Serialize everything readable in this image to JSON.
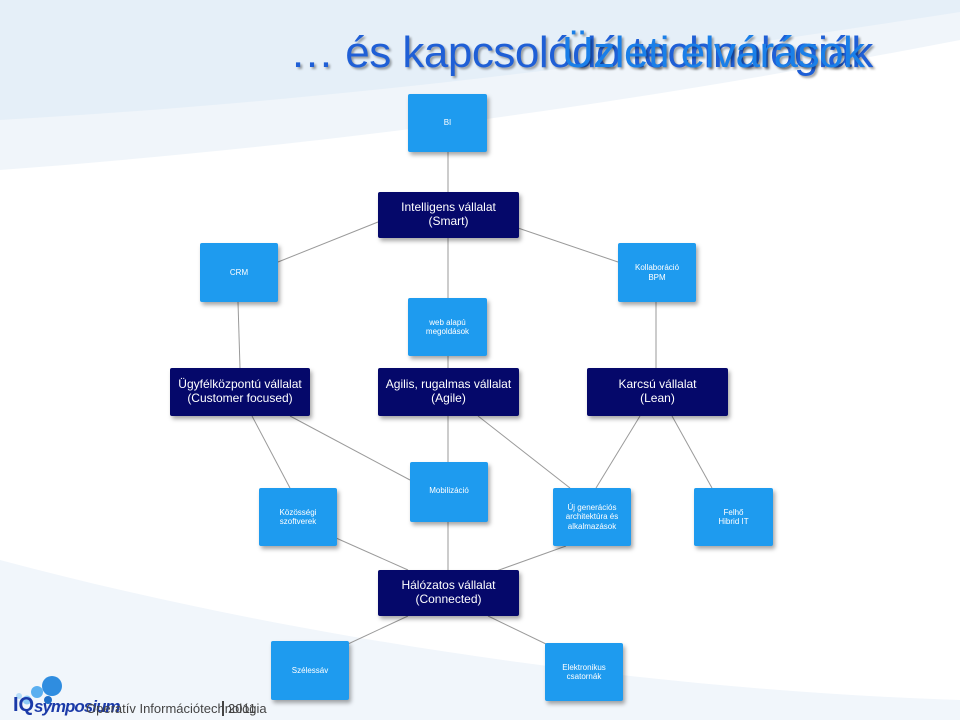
{
  "title": {
    "overlay_a": "… és kapcsolódó technológiák",
    "overlay_b": "Üzleti elvárások"
  },
  "nodes": {
    "bi": "BI",
    "smart": "Intelligens vállalat\n(Smart)",
    "crm": "CRM",
    "kollaboracio": "Kollaboráció\nBPM",
    "web": "web alapú\nmegoldások",
    "customer": "Ügyfélközpontú vállalat\n(Customer focused)",
    "agile": "Agilis, rugalmas vállalat\n(Agile)",
    "lean": "Karcsú vállalat\n(Lean)",
    "mobilizacio": "Mobilizáció",
    "kozossegi": "Közösségi\nszoftverek",
    "architektura": "Új generációs\narchitektúra és\nalkalmazások",
    "felho": "Felhő\nHibrid IT",
    "connected": "Hálózatos vállalat\n(Connected)",
    "szelessav": "Szélessáv",
    "elektronikus": "Elektronikus\ncsatornák"
  },
  "logo": {
    "brand_q": "IQ",
    "brand": "symposium",
    "subtitle": "Operatív Információtechnológia",
    "year": "2011"
  },
  "colors": {
    "dark_box": "#05086a",
    "light_box": "#1e9bef",
    "title_a": "#1f5fd6",
    "title_b": "#1a7fe8"
  }
}
